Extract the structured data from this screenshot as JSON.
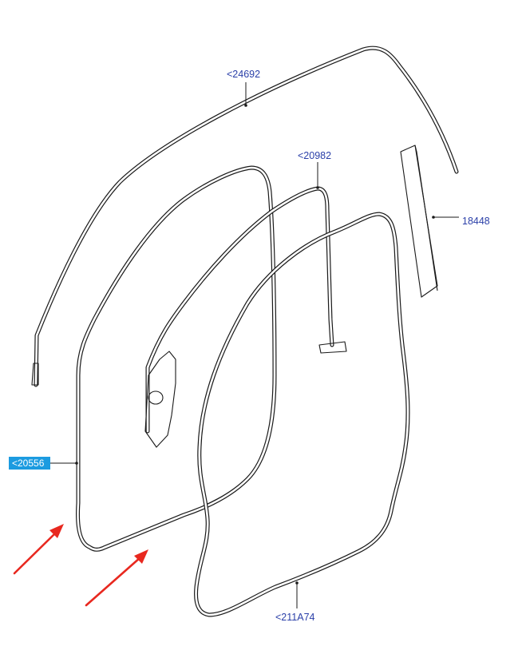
{
  "labels": {
    "roof_seal": "<24692",
    "glass_run": "<20982",
    "trim_panel": "18448",
    "door_seal": "<20556",
    "body_seal": "<211A74"
  },
  "colors": {
    "label_text": "#2a3fa8",
    "highlight_bg": "#1c9be0",
    "arrow": "#e8281f",
    "line": "#1a1a1a"
  }
}
